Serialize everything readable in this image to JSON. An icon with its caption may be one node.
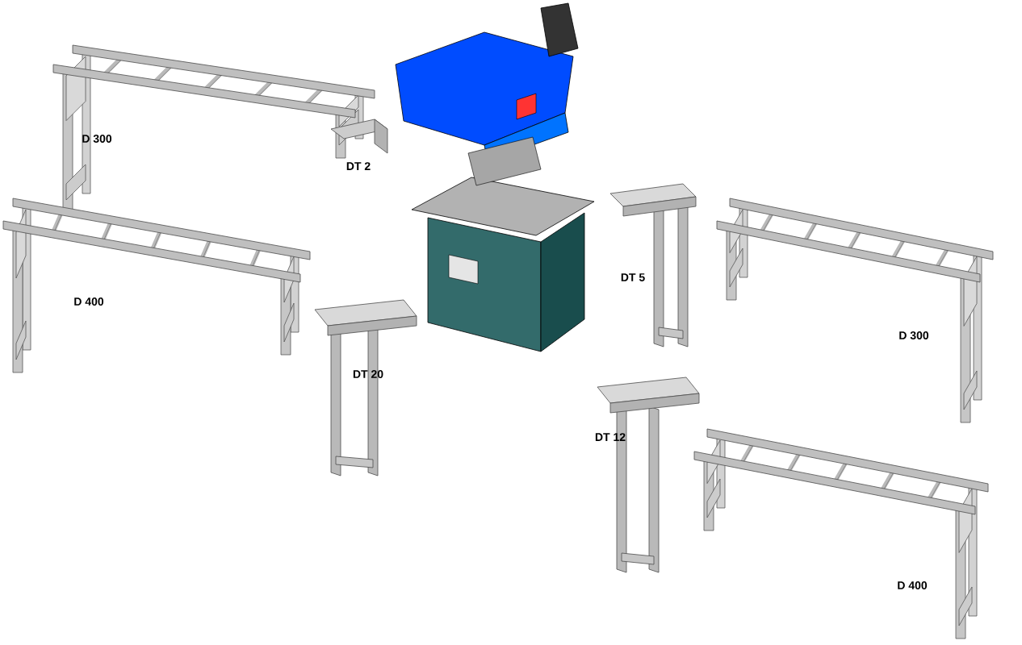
{
  "diagram": {
    "labels": [
      "D 300",
      "DT 2",
      "D 400",
      "DT 20",
      "DT 5",
      "D 300",
      "DT 12",
      "D 400"
    ]
  }
}
